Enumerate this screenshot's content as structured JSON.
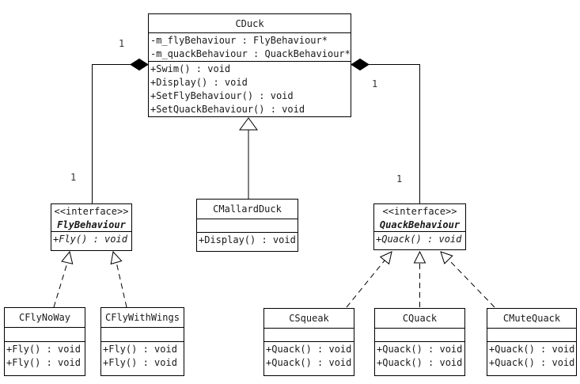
{
  "colors": {
    "background": "#ffffff",
    "line": "#000000",
    "text": "#1a1a1a",
    "multiplicity_text": "#333333"
  },
  "classes": {
    "cduck": {
      "name": "CDuck",
      "attributes": [
        "-m_flyBehaviour : FlyBehaviour*",
        "-m_quackBehaviour : QuackBehaviour*"
      ],
      "methods": [
        "+Swim() : void",
        "+Display() : void",
        "+SetFlyBehaviour() : void",
        "+SetQuackBehaviour() : void"
      ]
    },
    "cmallardduck": {
      "name": "CMallardDuck",
      "attributes": [],
      "methods": [
        "+Display() : void"
      ]
    },
    "flybehaviour": {
      "stereotype": "<<interface>>",
      "name": "FlyBehaviour",
      "methods": [
        "+Fly() : void"
      ]
    },
    "quackbehaviour": {
      "stereotype": "<<interface>>",
      "name": "QuackBehaviour",
      "methods": [
        "+Quack() : void"
      ]
    },
    "cflynoway": {
      "name": "CFlyNoWay",
      "attributes": [],
      "methods": [
        "+Fly() : void",
        "+Fly() : void"
      ]
    },
    "cflywithwings": {
      "name": "CFlyWithWings",
      "attributes": [],
      "methods": [
        "+Fly() : void",
        "+Fly() : void"
      ]
    },
    "csqueak": {
      "name": "CSqueak",
      "attributes": [],
      "methods": [
        "+Quack() : void",
        "+Quack() : void"
      ]
    },
    "cquack": {
      "name": "CQuack",
      "attributes": [],
      "methods": [
        "+Quack() : void",
        "+Quack() : void"
      ]
    },
    "cmutequack": {
      "name": "CMuteQuack",
      "attributes": [],
      "methods": [
        "+Quack() : void",
        "+Quack() : void"
      ]
    }
  },
  "relations": {
    "fly_composition": {
      "type": "composition",
      "from": "CDuck",
      "to": "FlyBehaviour",
      "multiplicity_source": "1",
      "multiplicity_target": "1"
    },
    "quack_composition": {
      "type": "composition",
      "from": "CDuck",
      "to": "QuackBehaviour",
      "multiplicity_source": "1",
      "multiplicity_target": "1"
    },
    "mallard_generalization": {
      "type": "generalization",
      "from": "CMallardDuck",
      "to": "CDuck"
    },
    "flynoway_realization": {
      "type": "realization",
      "from": "CFlyNoWay",
      "to": "FlyBehaviour"
    },
    "flywithwings_realization": {
      "type": "realization",
      "from": "CFlyWithWings",
      "to": "FlyBehaviour"
    },
    "csqueak_realization": {
      "type": "realization",
      "from": "CSqueak",
      "to": "QuackBehaviour"
    },
    "cquack_realization": {
      "type": "realization",
      "from": "CQuack",
      "to": "QuackBehaviour"
    },
    "cmutequack_realization": {
      "type": "realization",
      "from": "CMuteQuack",
      "to": "QuackBehaviour"
    }
  }
}
